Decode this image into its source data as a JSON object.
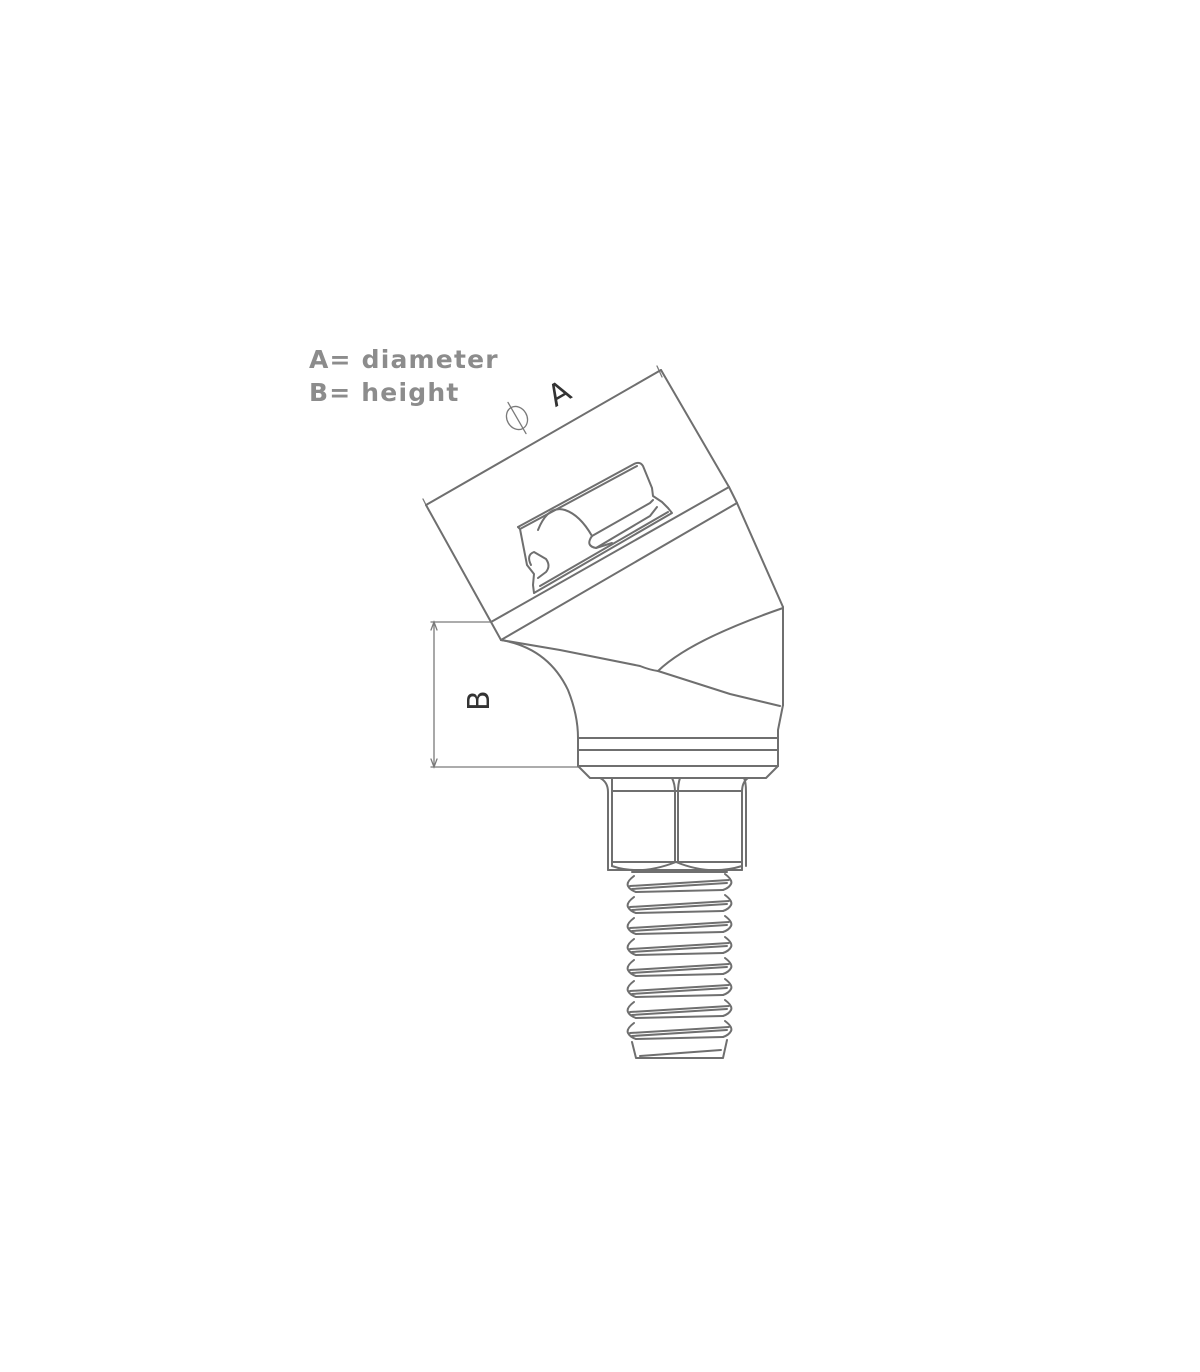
{
  "legend": {
    "line_a": "A= diameter",
    "line_b": "B= height"
  },
  "dimensions": {
    "diameter_symbol": "ϕ",
    "diameter_label": "A",
    "height_label": "B"
  },
  "colors": {
    "line": "#6f6f6f",
    "legend_text": "#8c8c8c",
    "dimension_text": "#333333"
  }
}
